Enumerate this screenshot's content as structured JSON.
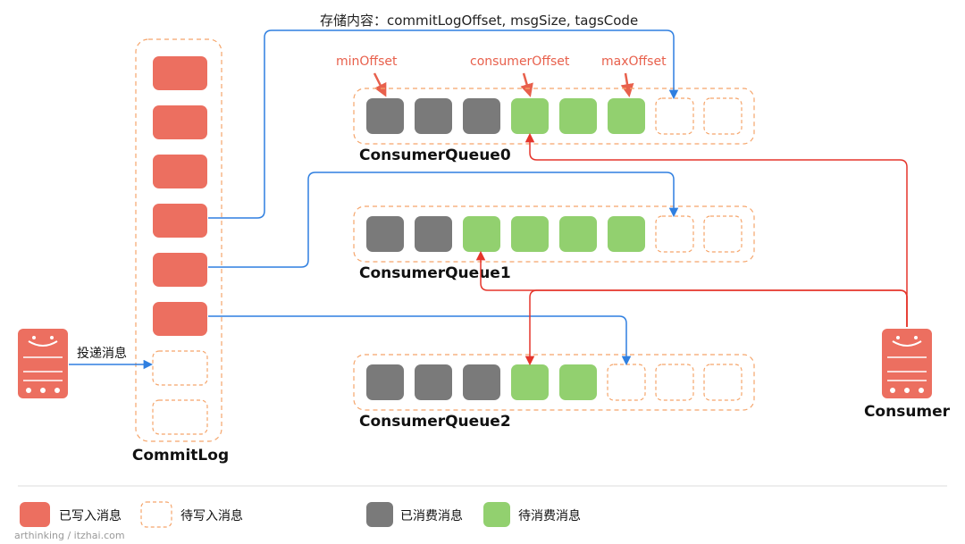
{
  "colors": {
    "written": "#ec6f60",
    "consumed": "#7a7a7a",
    "pending": "#92d06f",
    "empty_border": "#f5a56b",
    "blue_arrow": "#2f7fe0",
    "red_arrow": "#e5352b",
    "label_red": "#e8604c"
  },
  "top_label": "存储内容：commitLogOffset, msgSize, tagsCode",
  "offset_labels": {
    "min": "minOffset",
    "consumer": "consumerOffset",
    "max": "maxOffset"
  },
  "commitlog": {
    "title": "CommitLog",
    "slots": [
      "written",
      "written",
      "written",
      "written",
      "written",
      "written",
      "empty",
      "empty"
    ]
  },
  "queues": [
    {
      "name": "ConsumerQueue0",
      "slots": [
        "consumed",
        "consumed",
        "consumed",
        "pending",
        "pending",
        "pending",
        "empty",
        "empty"
      ]
    },
    {
      "name": "ConsumerQueue1",
      "slots": [
        "consumed",
        "consumed",
        "pending",
        "pending",
        "pending",
        "pending",
        "empty",
        "empty"
      ]
    },
    {
      "name": "ConsumerQueue2",
      "slots": [
        "consumed",
        "consumed",
        "consumed",
        "pending",
        "pending",
        "empty",
        "empty",
        "empty"
      ]
    }
  ],
  "producer": {
    "arrow_label": "投递消息"
  },
  "consumer": {
    "label": "Consumer"
  },
  "legend": [
    {
      "color": "written",
      "label": "已写入消息"
    },
    {
      "color": "empty",
      "label": "待写入消息"
    },
    {
      "color": "consumed",
      "label": "已消费消息"
    },
    {
      "color": "pending",
      "label": "待消费消息"
    }
  ],
  "watermark": "arthinking / itzhai.com"
}
